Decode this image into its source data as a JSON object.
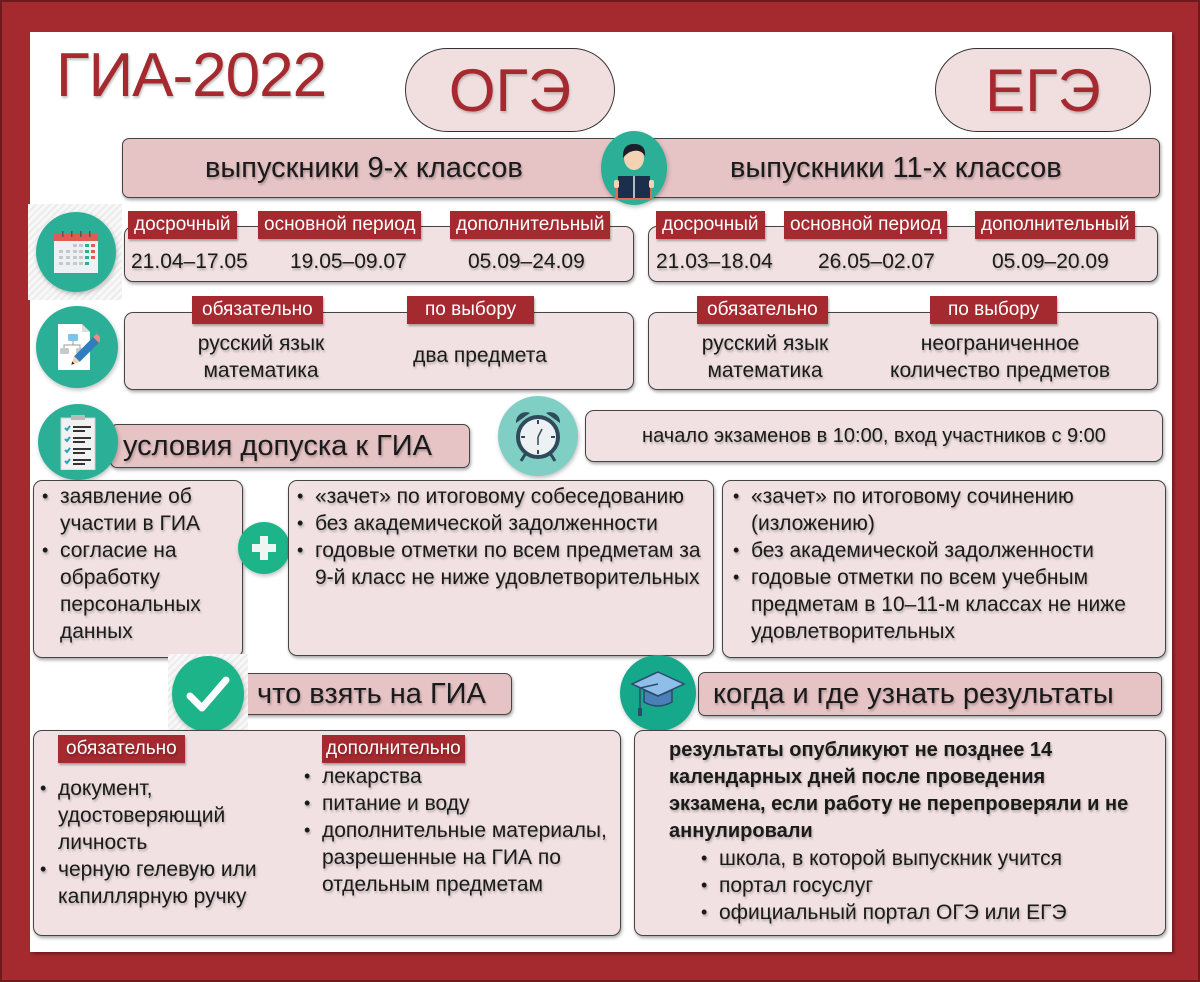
{
  "title": "ГИА-2022",
  "exams": {
    "oge": "ОГЭ",
    "ege": "ЕГЭ"
  },
  "graduates": {
    "oge": "выпускники 9-х классов",
    "ege": "выпускники 11-х классов"
  },
  "periods": {
    "labels": [
      "досрочный",
      "основной период",
      "дополнительный"
    ],
    "oge": [
      "21.04–17.05",
      "19.05–09.07",
      "05.09–24.09"
    ],
    "ege": [
      "21.03–18.04",
      "26.05–02.07",
      "05.09–20.09"
    ]
  },
  "subjects": {
    "mandatory_label": "обязательно",
    "optional_label": "по выбору",
    "oge": {
      "mandatory": [
        "русский язык",
        "математика"
      ],
      "optional": [
        "два предмета"
      ]
    },
    "ege": {
      "mandatory": [
        "русский язык",
        "математика"
      ],
      "optional": [
        "неограниченное",
        "количество предметов"
      ]
    }
  },
  "time_info": "начало экзаменов в 10:00, вход участников с 9:00",
  "admission": {
    "title": "условия допуска к ГИА",
    "common": [
      "заявление об участии в ГИА",
      "согласие на обработку персональных данных"
    ],
    "oge": [
      "«зачет» по итоговому собеседованию",
      "без академической задолженности",
      "годовые отметки по всем предметам за 9-й класс не ниже удовлетворительных"
    ],
    "ege": [
      "«зачет» по итоговому сочинению (изложению)",
      "без академической задолженности",
      "годовые отметки по всем учебным предметам в 10–11-м классах не ниже удовлетворительных"
    ]
  },
  "bring": {
    "title": "что взять на ГИА",
    "mandatory_label": "обязательно",
    "additional_label": "дополнительно",
    "mandatory": [
      "документ, удостоверяющий личность",
      "черную гелевую или капиллярную ручку"
    ],
    "additional": [
      "лекарства",
      "питание и воду",
      "дополнительные материалы, разрешенные на ГИА по отдельным предметам"
    ]
  },
  "results": {
    "title": "когда и где узнать результаты",
    "intro": "результаты опубликуют не позднее 14 календарных дней после проведения экзамена, если работу не перепроверяли и не аннулировали",
    "sources": [
      "школа, в которой выпускник учится",
      "портал госуслуг",
      "официальный портал ОГЭ или ЕГЭ"
    ]
  },
  "icons": {
    "student": "student-reading-icon",
    "calendar": "calendar-icon",
    "edit": "document-edit-icon",
    "checklist": "checklist-icon",
    "clock": "alarm-clock-icon",
    "plus": "plus-icon",
    "check": "checkmark-icon",
    "cap": "graduation-cap-icon"
  },
  "colors": {
    "brand": "#a52a2f",
    "accent": "#2bb097",
    "band": "#e6c3c5",
    "box": "#f1e1e2"
  }
}
